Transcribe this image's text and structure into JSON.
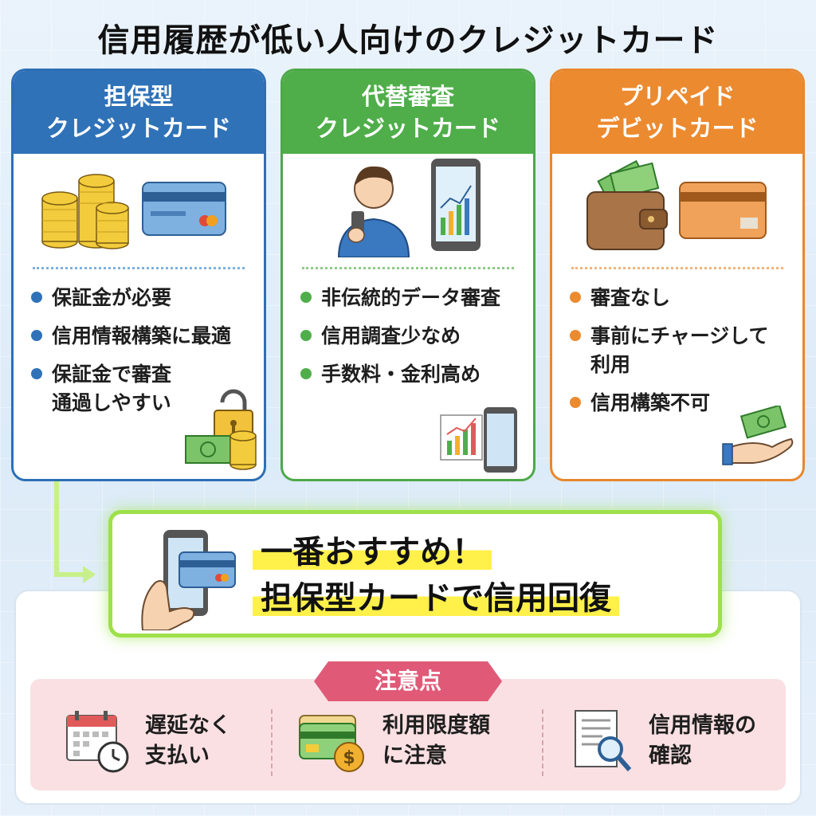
{
  "title": "信用履歴が低い人向けのクレジットカード",
  "columns": [
    {
      "title_line1": "担保型",
      "title_line2": "クレジットカード",
      "bullets": [
        "保証金が必要",
        "信用情報構築に最適",
        "保証金で審査",
        "通過しやすい"
      ]
    },
    {
      "title_line1": "代替審査",
      "title_line2": "クレジットカード",
      "bullets": [
        "非伝統的データ審査",
        "信用調査少なめ",
        "手数料・金利高め"
      ]
    },
    {
      "title_line1": "プリペイド",
      "title_line2": "デビットカード",
      "bullets": [
        "審査なし",
        "事前にチャージして",
        "利用",
        "信用構築不可"
      ]
    }
  ],
  "recommendation": {
    "line1": "一番おすすめ！",
    "line2": "担保型カードで信用回復"
  },
  "caution": {
    "label": "注意点",
    "items": [
      {
        "line1": "遅延なく",
        "line2": "支払い",
        "icon": "calendar-clock-icon"
      },
      {
        "line1": "利用限度額",
        "line2": "に注意",
        "icon": "cards-coin-icon"
      },
      {
        "line1": "信用情報の",
        "line2": "確認",
        "icon": "document-magnifier-icon"
      }
    ]
  },
  "colors": {
    "blue": "#2f72b8",
    "green": "#4fae4a",
    "orange": "#ec8a2f",
    "highlight": "#fff04a",
    "caution": "#e05a78"
  }
}
